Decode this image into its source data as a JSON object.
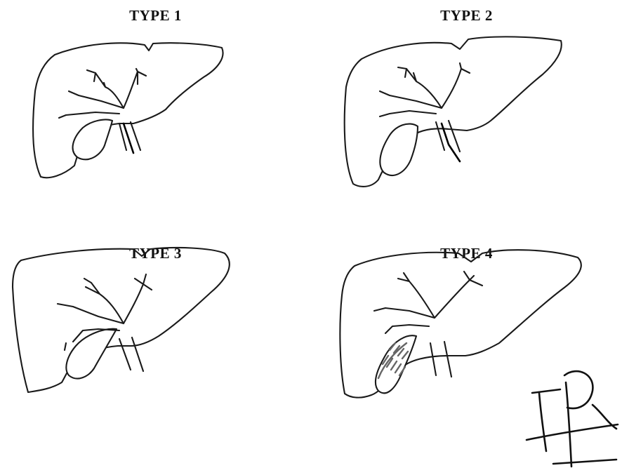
{
  "panels": [
    {
      "title": "TYPE 1"
    },
    {
      "title": "TYPE 2"
    },
    {
      "title": "TYPE 3"
    },
    {
      "title": "TYPE 4"
    }
  ]
}
